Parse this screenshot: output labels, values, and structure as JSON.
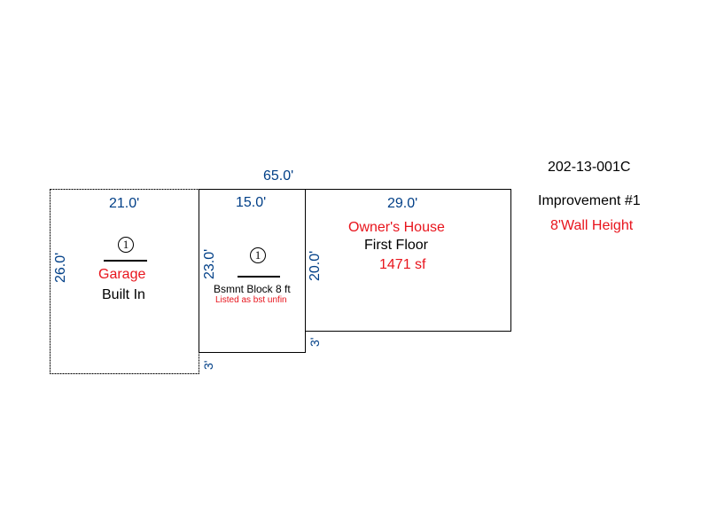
{
  "parcel_id": "202-13-001C",
  "improvement": "Improvement #1",
  "wall_height": "8'Wall Height",
  "overall_width": "65.0'",
  "rooms": {
    "garage": {
      "width": "21.0'",
      "depth": "26.0'",
      "marker": "1",
      "name": "Garage",
      "subtitle": "Built In"
    },
    "basement": {
      "width": "15.0'",
      "depth": "23.0'",
      "offset": "3'",
      "marker": "1",
      "name": "Bsmnt Block 8 ft",
      "note": "Listed as bst unfin"
    },
    "house": {
      "width": "29.0'",
      "depth": "20.0'",
      "offset": "3'",
      "name": "Owner's House",
      "floor": "First Floor",
      "area": "1471 sf"
    }
  },
  "colors": {
    "dimension": "#003f87",
    "label_red": "#e8141c",
    "outline": "#000000"
  }
}
